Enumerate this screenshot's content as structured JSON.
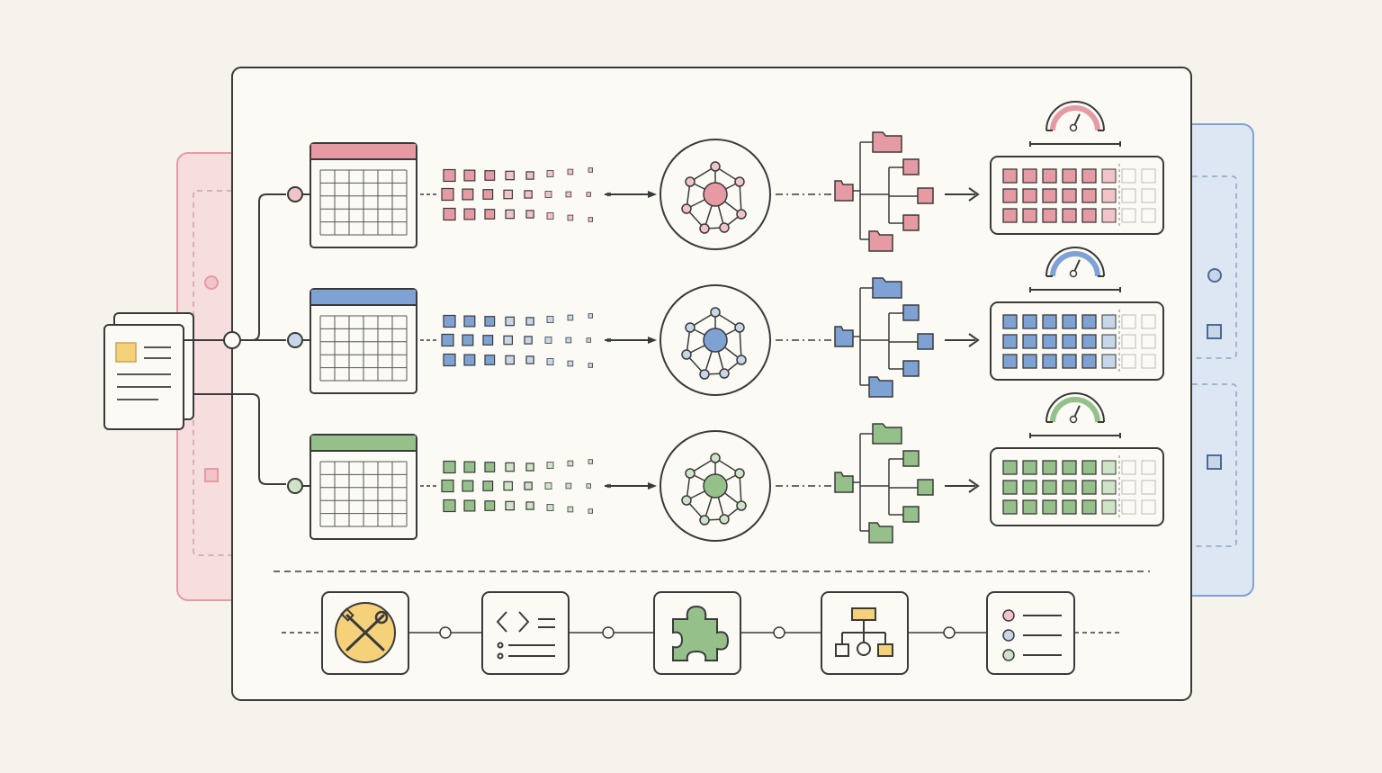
{
  "colors": {
    "background": "#f5f3ec",
    "panel_fill": "#fbfaf5",
    "ink": "#3a3a3a",
    "red": "#e69aa4",
    "red_fill": "#f0c4c8",
    "blue": "#7fa2d4",
    "blue_fill": "#c8d6ea",
    "green": "#95c08a",
    "green_fill": "#cfe3c6",
    "yellow": "#f5d27a",
    "gauge_needle": "#3a3a3a"
  },
  "pipelines": [
    {
      "id": "red",
      "color": "#e69aa4",
      "stage_progress": 0.8,
      "gauge_level": 0.6
    },
    {
      "id": "blue",
      "color": "#7fa2d4",
      "stage_progress": 0.8,
      "gauge_level": 0.6
    },
    {
      "id": "green",
      "color": "#95c08a",
      "stage_progress": 0.8,
      "gauge_level": 0.6
    }
  ],
  "toolbar_icons": [
    {
      "name": "tools-icon"
    },
    {
      "name": "code-icon"
    },
    {
      "name": "puzzle-icon"
    },
    {
      "name": "hierarchy-icon"
    },
    {
      "name": "checklist-icon"
    }
  ]
}
